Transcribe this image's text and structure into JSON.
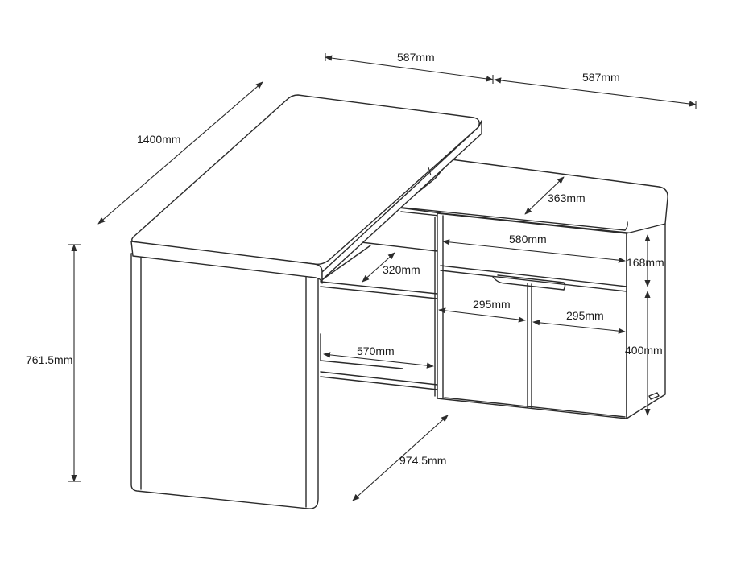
{
  "dimensions": {
    "top_width_left": "587mm",
    "top_width_right": "587mm",
    "desk_length": "1400mm",
    "shelf_depth": "363mm",
    "drawer_width": "580mm",
    "drawer_height": "168mm",
    "inner_shelf_depth": "320mm",
    "door_left_width": "295mm",
    "door_right_width": "295mm",
    "cabinet_height": "400mm",
    "total_height": "761.5mm",
    "shelf_width": "570mm",
    "total_depth": "974.5mm"
  },
  "colors": {
    "stroke": "#2b2b2b",
    "background": "#ffffff"
  }
}
